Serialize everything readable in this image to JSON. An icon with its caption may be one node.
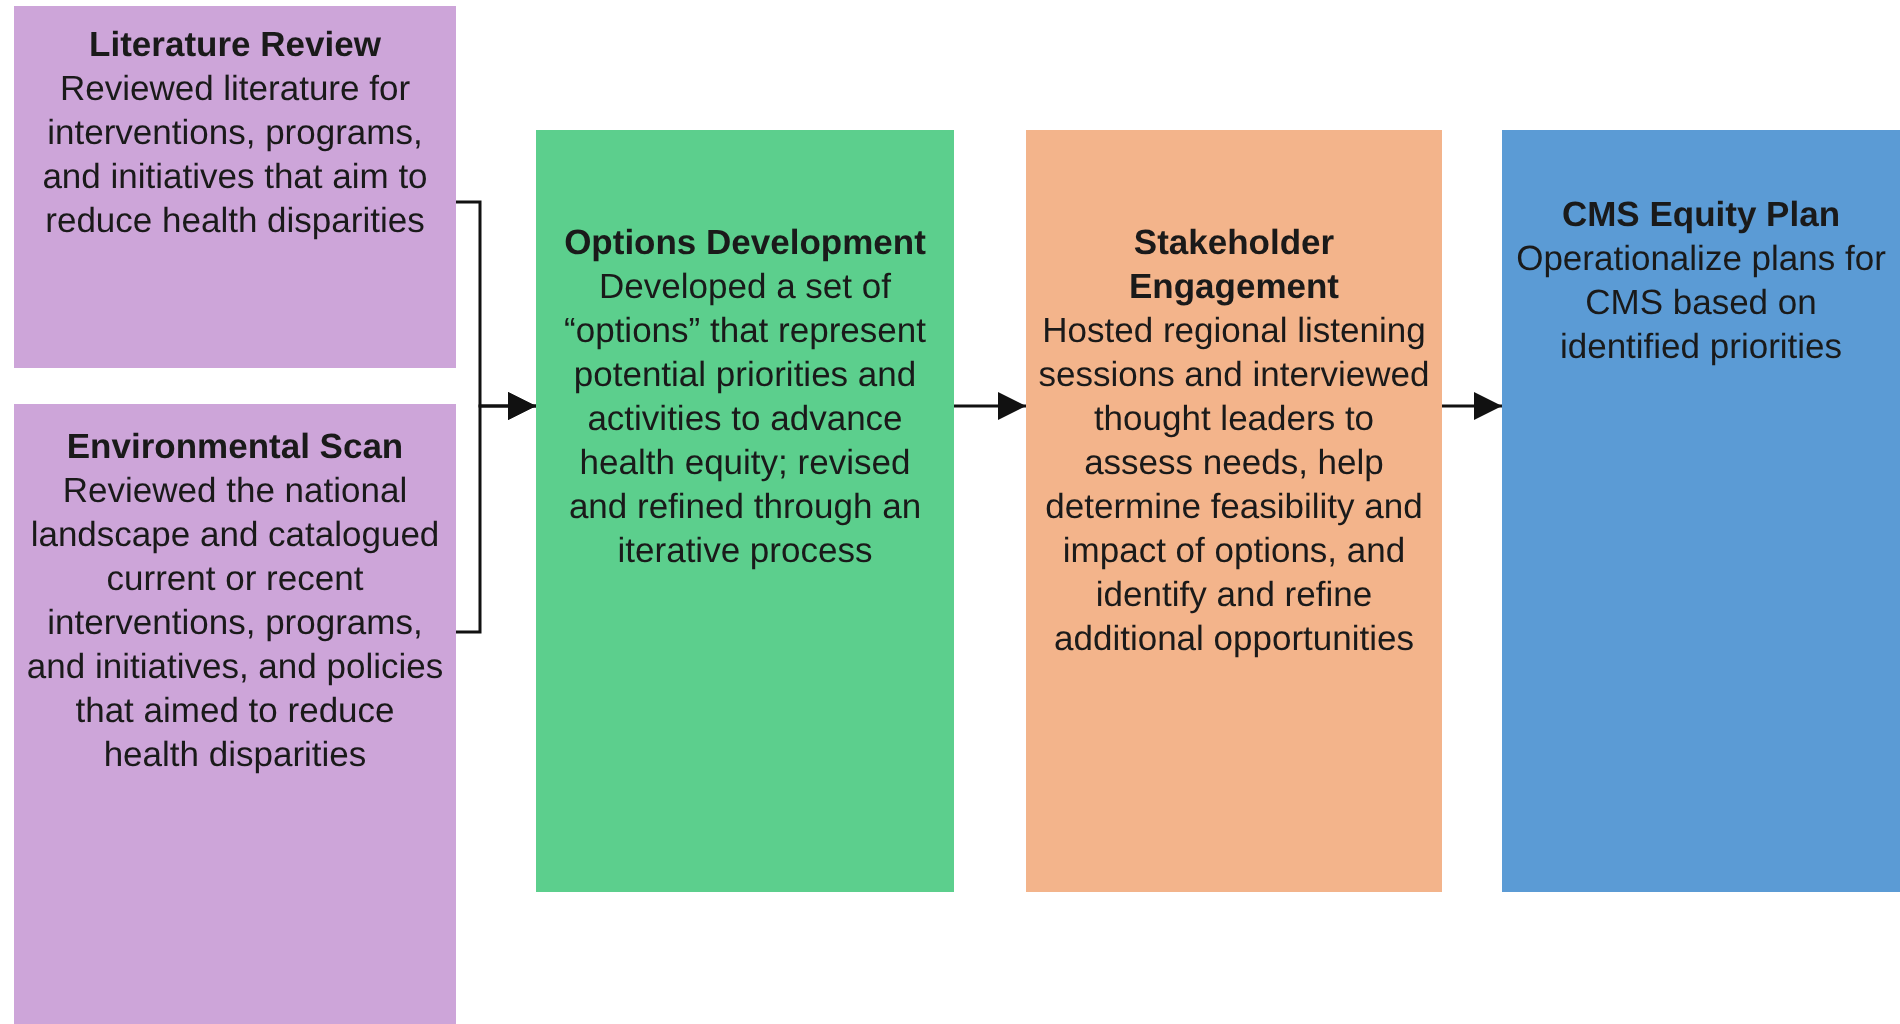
{
  "diagram": {
    "nodes": [
      {
        "text": [
          "Literature Review",
          "Reviewed literature for interventions, programs, and initiatives that aim to reduce health disparities"
        ]
      },
      {
        "text": [
          "Environmental Scan",
          "Reviewed the national landscape and catalogued current or recent interventions, programs, and initiatives, and policies that aimed to reduce health disparities"
        ]
      },
      {
        "text": [
          "Options Development",
          "Developed a set of “options” that represent potential priorities and activities to advance health equity; revised and refined through an iterative process"
        ]
      },
      {
        "text": [
          "Stakeholder Engagement",
          "Hosted regional listening sessions and interviewed thought leaders to assess needs, help determine feasibility and impact of options, and identify and refine additional opportunities"
        ]
      },
      {
        "text": [
          "CMS Equity Plan",
          "Operationalize plans for CMS based on identified priorities"
        ]
      }
    ],
    "edges": [
      {
        "from": 0,
        "to": 2,
        "arrow": "to"
      },
      {
        "from": 1,
        "to": 2,
        "arrow": "to"
      },
      {
        "from": 2,
        "to": 3,
        "arrow": "to"
      },
      {
        "from": 3,
        "to": 4,
        "arrow": "to"
      }
    ]
  }
}
